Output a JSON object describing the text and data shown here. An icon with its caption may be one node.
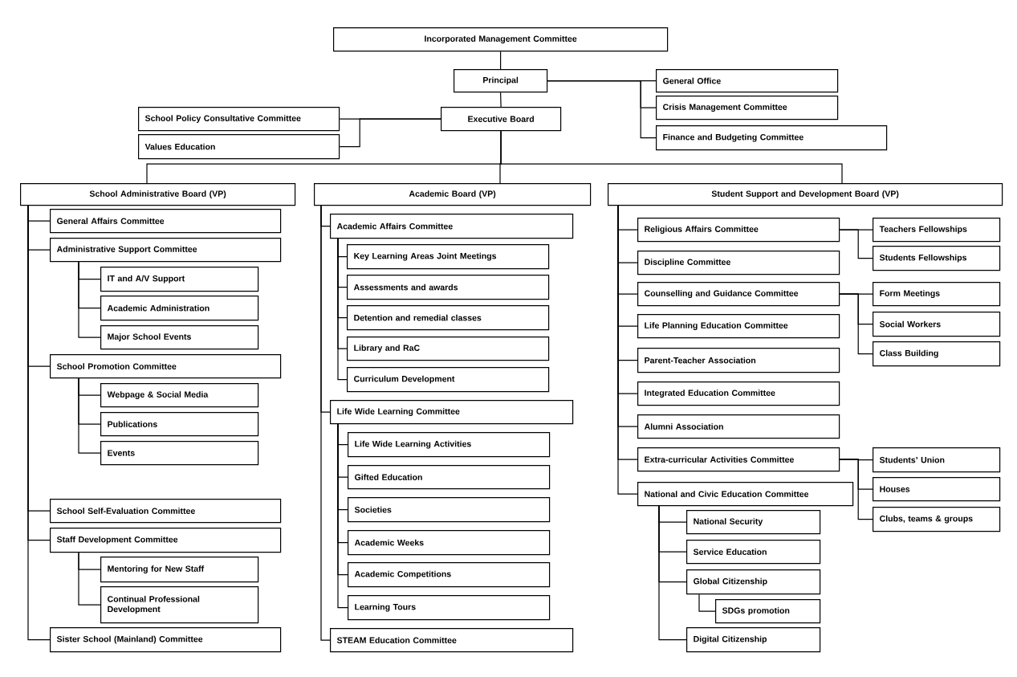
{
  "diagram": {
    "nodes": [
      {
        "text": [
          "Incorporated Management Committee"
        ]
      },
      {
        "text": [
          "Principal"
        ]
      },
      {
        "text": [
          "General Office"
        ]
      },
      {
        "text": [
          "Crisis Management Committee"
        ]
      },
      {
        "text": [
          "Finance and Budgeting Committee"
        ]
      },
      {
        "text": [
          "Executive Board"
        ]
      },
      {
        "text": [
          "School Policy Consultative Committee"
        ]
      },
      {
        "text": [
          "Values Education"
        ]
      },
      {
        "text": [
          "School Administrative Board (VP)"
        ]
      },
      {
        "text": [
          "General Affairs Committee"
        ]
      },
      {
        "text": [
          "Administrative Support Committee"
        ]
      },
      {
        "text": [
          "IT and A/V Support"
        ]
      },
      {
        "text": [
          "Academic Administration"
        ]
      },
      {
        "text": [
          "Major School Events"
        ]
      },
      {
        "text": [
          "School Promotion Committee"
        ]
      },
      {
        "text": [
          "Webpage & Social Media"
        ]
      },
      {
        "text": [
          "Publications"
        ]
      },
      {
        "text": [
          "Events"
        ]
      },
      {
        "text": [
          "School Self-Evaluation Committee"
        ]
      },
      {
        "text": [
          "Staff Development Committee"
        ]
      },
      {
        "text": [
          "Mentoring for New Staff"
        ]
      },
      {
        "text": [
          "Continual Professional Development"
        ]
      },
      {
        "text": [
          "Sister School (Mainland) Committee"
        ]
      },
      {
        "text": [
          "Academic Board (VP)"
        ]
      },
      {
        "text": [
          "Academic Affairs Committee"
        ]
      },
      {
        "text": [
          "Key Learning Areas Joint Meetings"
        ]
      },
      {
        "text": [
          "Assessments and awards"
        ]
      },
      {
        "text": [
          "Detention and remedial classes"
        ]
      },
      {
        "text": [
          "Library and RaC"
        ]
      },
      {
        "text": [
          "Curriculum Development"
        ]
      },
      {
        "text": [
          "Life Wide Learning Committee"
        ]
      },
      {
        "text": [
          "Life Wide Learning Activities"
        ]
      },
      {
        "text": [
          "Gifted Education"
        ]
      },
      {
        "text": [
          "Societies"
        ]
      },
      {
        "text": [
          "Academic Weeks"
        ]
      },
      {
        "text": [
          "Academic Competitions"
        ]
      },
      {
        "text": [
          "Learning Tours"
        ]
      },
      {
        "text": [
          "STEAM Education Committee"
        ]
      },
      {
        "text": [
          "Student Support and Development Board (VP)"
        ]
      },
      {
        "text": [
          "Religious Affairs Committee"
        ]
      },
      {
        "text": [
          "Teachers Fellowships"
        ]
      },
      {
        "text": [
          "Students Fellowships"
        ]
      },
      {
        "text": [
          "Discipline Committee"
        ]
      },
      {
        "text": [
          "Counselling and Guidance Committee"
        ]
      },
      {
        "text": [
          "Form Meetings"
        ]
      },
      {
        "text": [
          "Social Workers"
        ]
      },
      {
        "text": [
          "Class Building"
        ]
      },
      {
        "text": [
          "Life Planning Education Committee"
        ]
      },
      {
        "text": [
          "Parent-Teacher Association"
        ]
      },
      {
        "text": [
          "Integrated Education Committee"
        ]
      },
      {
        "text": [
          "Alumni Association"
        ]
      },
      {
        "text": [
          "Extra-curricular Activities Committee"
        ]
      },
      {
        "text": [
          "Students’ Union"
        ]
      },
      {
        "text": [
          "Houses"
        ]
      },
      {
        "text": [
          "Clubs, teams & groups"
        ]
      },
      {
        "text": [
          "National and Civic Education Committee"
        ]
      },
      {
        "text": [
          "National Security"
        ]
      },
      {
        "text": [
          "Service Education"
        ]
      },
      {
        "text": [
          "Global Citizenship"
        ]
      },
      {
        "text": [
          "SDGs promotion"
        ]
      },
      {
        "text": [
          "Digital Citizenship"
        ]
      }
    ],
    "edges": [
      {
        "from": 0,
        "to": 1,
        "arrow": "none"
      },
      {
        "from": 1,
        "to": 2,
        "arrow": "none"
      },
      {
        "from": 1,
        "to": 3,
        "arrow": "none"
      },
      {
        "from": 1,
        "to": 4,
        "arrow": "none"
      },
      {
        "from": 1,
        "to": 5,
        "arrow": "none"
      },
      {
        "from": 5,
        "to": 6,
        "arrow": "none"
      },
      {
        "from": 5,
        "to": 7,
        "arrow": "none"
      },
      {
        "from": 5,
        "to": 8,
        "arrow": "none"
      },
      {
        "from": 5,
        "to": 23,
        "arrow": "none"
      },
      {
        "from": 5,
        "to": 38,
        "arrow": "none"
      },
      {
        "from": 8,
        "to": 9,
        "arrow": "none"
      },
      {
        "from": 8,
        "to": 10,
        "arrow": "none"
      },
      {
        "from": 10,
        "to": 11,
        "arrow": "none"
      },
      {
        "from": 10,
        "to": 12,
        "arrow": "none"
      },
      {
        "from": 10,
        "to": 13,
        "arrow": "none"
      },
      {
        "from": 8,
        "to": 14,
        "arrow": "none"
      },
      {
        "from": 14,
        "to": 15,
        "arrow": "none"
      },
      {
        "from": 14,
        "to": 16,
        "arrow": "none"
      },
      {
        "from": 14,
        "to": 17,
        "arrow": "none"
      },
      {
        "from": 8,
        "to": 18,
        "arrow": "none"
      },
      {
        "from": 8,
        "to": 19,
        "arrow": "none"
      },
      {
        "from": 19,
        "to": 20,
        "arrow": "none"
      },
      {
        "from": 19,
        "to": 21,
        "arrow": "none"
      },
      {
        "from": 8,
        "to": 22,
        "arrow": "none"
      },
      {
        "from": 23,
        "to": 24,
        "arrow": "none"
      },
      {
        "from": 24,
        "to": 25,
        "arrow": "none"
      },
      {
        "from": 24,
        "to": 26,
        "arrow": "none"
      },
      {
        "from": 24,
        "to": 27,
        "arrow": "none"
      },
      {
        "from": 24,
        "to": 28,
        "arrow": "none"
      },
      {
        "from": 24,
        "to": 29,
        "arrow": "none"
      },
      {
        "from": 23,
        "to": 30,
        "arrow": "none"
      },
      {
        "from": 30,
        "to": 31,
        "arrow": "none"
      },
      {
        "from": 30,
        "to": 32,
        "arrow": "none"
      },
      {
        "from": 30,
        "to": 33,
        "arrow": "none"
      },
      {
        "from": 30,
        "to": 34,
        "arrow": "none"
      },
      {
        "from": 30,
        "to": 35,
        "arrow": "none"
      },
      {
        "from": 30,
        "to": 36,
        "arrow": "none"
      },
      {
        "from": 23,
        "to": 37,
        "arrow": "none"
      },
      {
        "from": 38,
        "to": 39,
        "arrow": "none"
      },
      {
        "from": 39,
        "to": 40,
        "arrow": "none"
      },
      {
        "from": 39,
        "to": 41,
        "arrow": "none"
      },
      {
        "from": 38,
        "to": 42,
        "arrow": "none"
      },
      {
        "from": 38,
        "to": 43,
        "arrow": "none"
      },
      {
        "from": 43,
        "to": 44,
        "arrow": "none"
      },
      {
        "from": 43,
        "to": 45,
        "arrow": "none"
      },
      {
        "from": 43,
        "to": 46,
        "arrow": "none"
      },
      {
        "from": 38,
        "to": 47,
        "arrow": "none"
      },
      {
        "from": 38,
        "to": 48,
        "arrow": "none"
      },
      {
        "from": 38,
        "to": 49,
        "arrow": "none"
      },
      {
        "from": 38,
        "to": 50,
        "arrow": "none"
      },
      {
        "from": 38,
        "to": 51,
        "arrow": "none"
      },
      {
        "from": 51,
        "to": 52,
        "arrow": "none"
      },
      {
        "from": 51,
        "to": 53,
        "arrow": "none"
      },
      {
        "from": 51,
        "to": 54,
        "arrow": "none"
      },
      {
        "from": 38,
        "to": 55,
        "arrow": "none"
      },
      {
        "from": 55,
        "to": 56,
        "arrow": "none"
      },
      {
        "from": 55,
        "to": 57,
        "arrow": "none"
      },
      {
        "from": 55,
        "to": 58,
        "arrow": "none"
      },
      {
        "from": 58,
        "to": 59,
        "arrow": "none"
      },
      {
        "from": 55,
        "to": 60,
        "arrow": "none"
      }
    ]
  }
}
